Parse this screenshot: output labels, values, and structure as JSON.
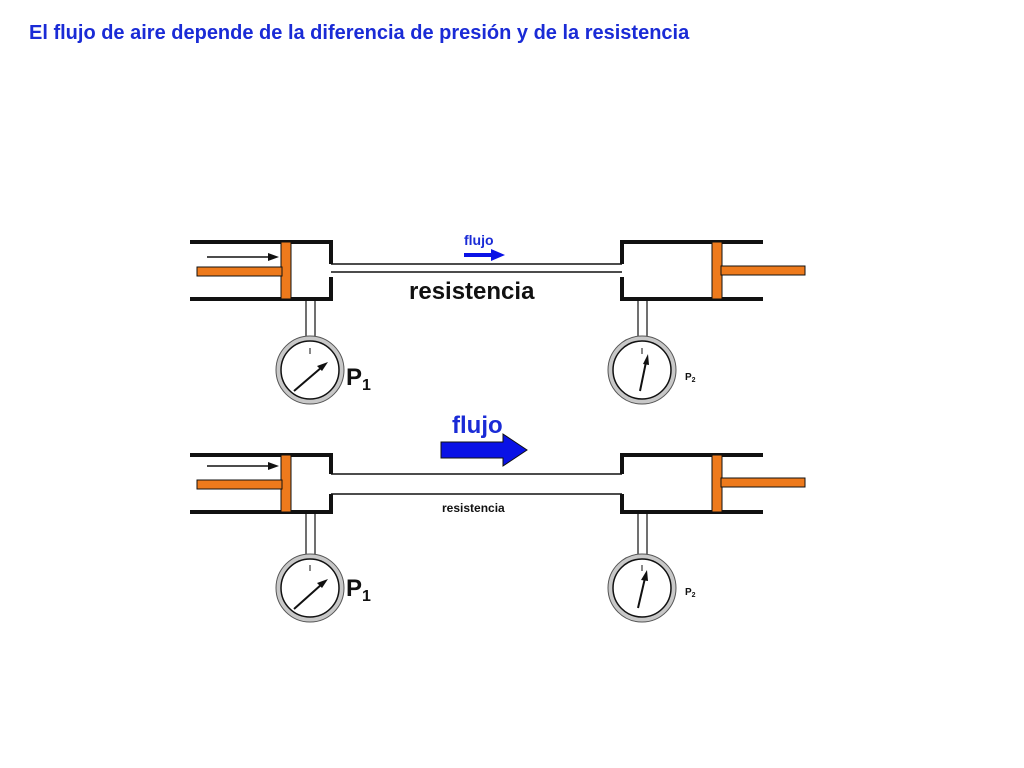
{
  "title": "El flujo de aire depende de la diferencia de presión y de la resistencia",
  "colors": {
    "title": "#1a2bd6",
    "piston": "#ee7a1c",
    "arrow_blue": "#0a12e6",
    "outline": "#111111",
    "gauge_ring": "#c8c8c8"
  },
  "top_diagram": {
    "flow_label": "flujo",
    "resistance_label": "resistencia",
    "gauge_left": {
      "main": "P",
      "sub": "1"
    },
    "gauge_right": {
      "main": "P",
      "sub": "2"
    }
  },
  "bottom_diagram": {
    "flow_label": "flujo",
    "resistance_label": "resistencia",
    "gauge_left": {
      "main": "P",
      "sub": "1"
    },
    "gauge_right": {
      "main": "P",
      "sub": "2"
    }
  }
}
